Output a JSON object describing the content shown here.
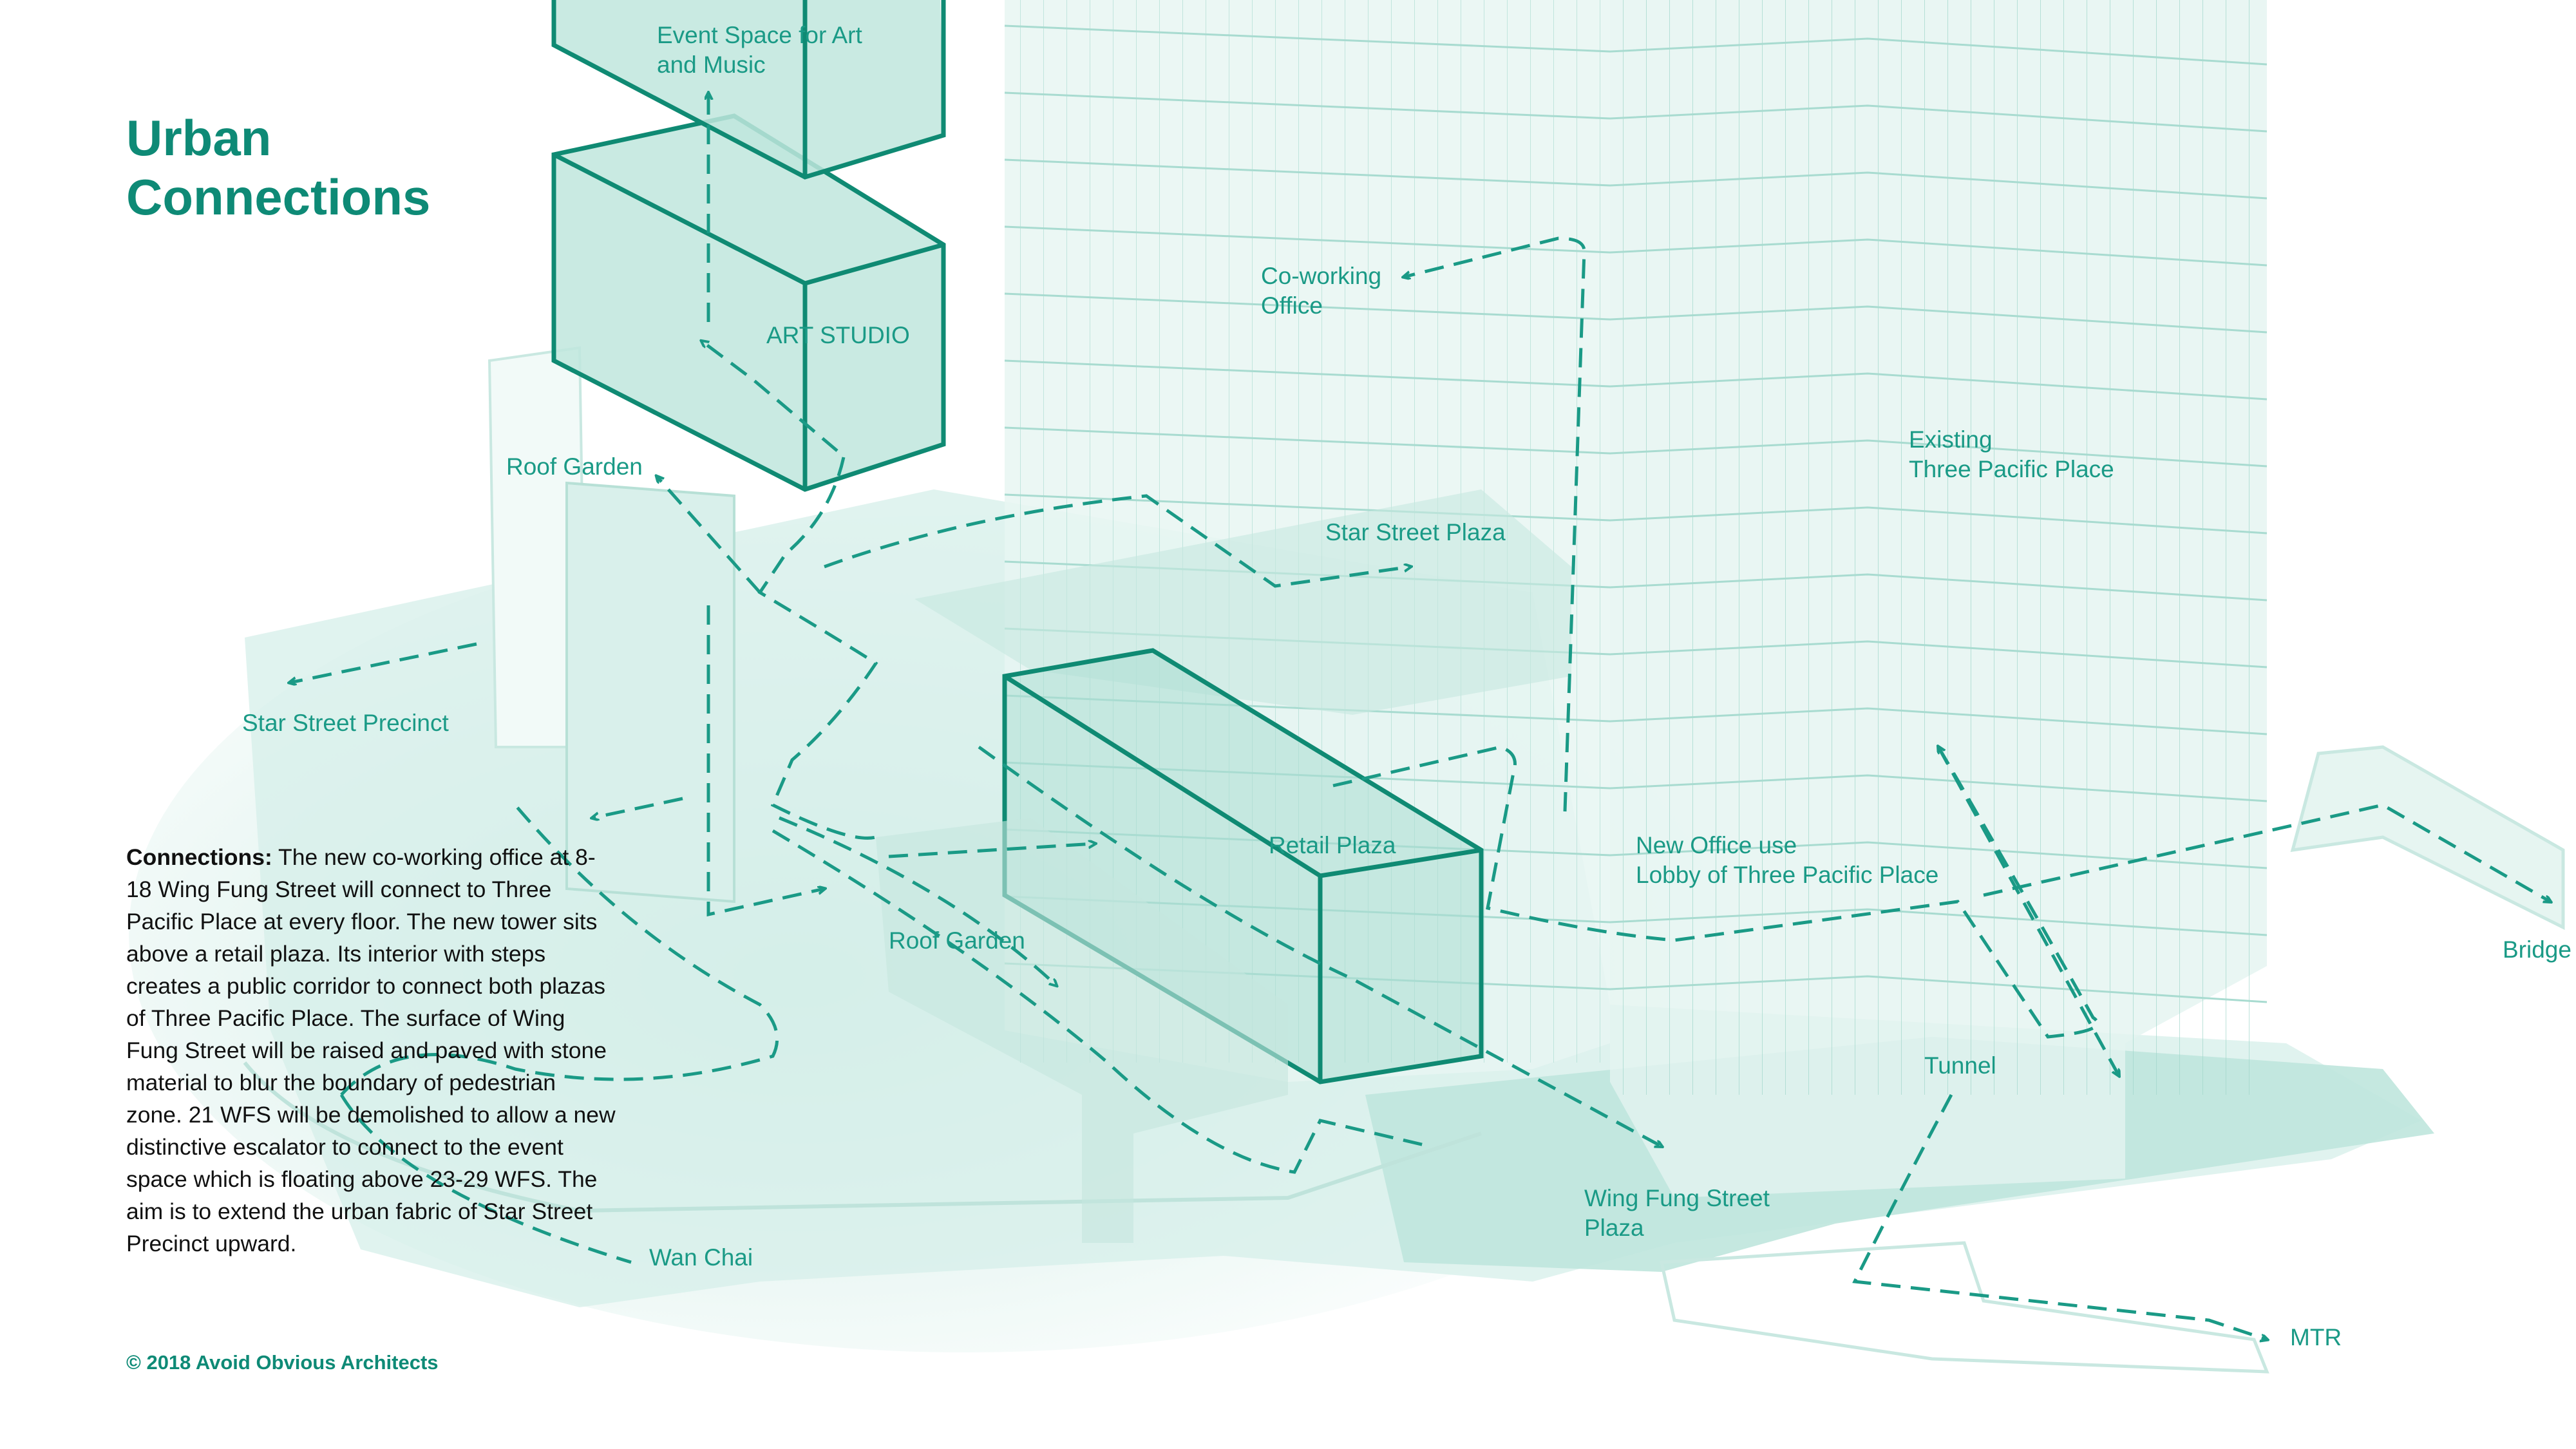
{
  "title": {
    "line1": "Urban",
    "line2": "Connections"
  },
  "description": {
    "heading": "Connections:",
    "body": "The new co-working office at 8-18 Wing Fung Street will connect to Three Pacific Place at every floor. The new tower sits above a retail plaza. Its interior with steps creates a public corridor to connect both plazas of Three Pacific Place. The surface of Wing Fung Street will be raised and paved with stone material to blur the boundary of pedestrian zone. 21 WFS will be demolished to allow a new distinctive escalator to connect to the event space which is floating above 23-29 WFS. The aim is to extend the urban fabric of Star Street Precinct upward."
  },
  "copyright": "© 2018 Avoid Obvious Architects",
  "labels": {
    "event_space": {
      "line1": "Event Space for Art",
      "line2": "and Music"
    },
    "art_studio": "ART STUDIO",
    "roof_garden_upper": "Roof Garden",
    "star_street_precinct": "Star Street Precinct",
    "coworking": {
      "line1": "Co-working",
      "line2": "Office"
    },
    "existing": {
      "line1": "Existing",
      "line2": "Three Pacific Place"
    },
    "star_street_plaza": "Star Street Plaza",
    "retail_plaza": "Retail Plaza",
    "new_office": {
      "line1": "New Office use",
      "line2": "Lobby of Three Pacific Place"
    },
    "roof_garden_lower": "Roof Garden",
    "bridge": "Bridge",
    "tunnel": "Tunnel",
    "wing_fung_plaza": {
      "line1": "Wing Fung Street",
      "line2": "Plaza"
    },
    "wan_chai": "Wan Chai",
    "mtr": "MTR"
  },
  "colors": {
    "accent": "#0e8a76",
    "label": "#1a9a86",
    "path": "#1a9a86",
    "glass": "#d3efe9",
    "ground": "#cdebe4",
    "highlight_box": "#0f8a73"
  }
}
